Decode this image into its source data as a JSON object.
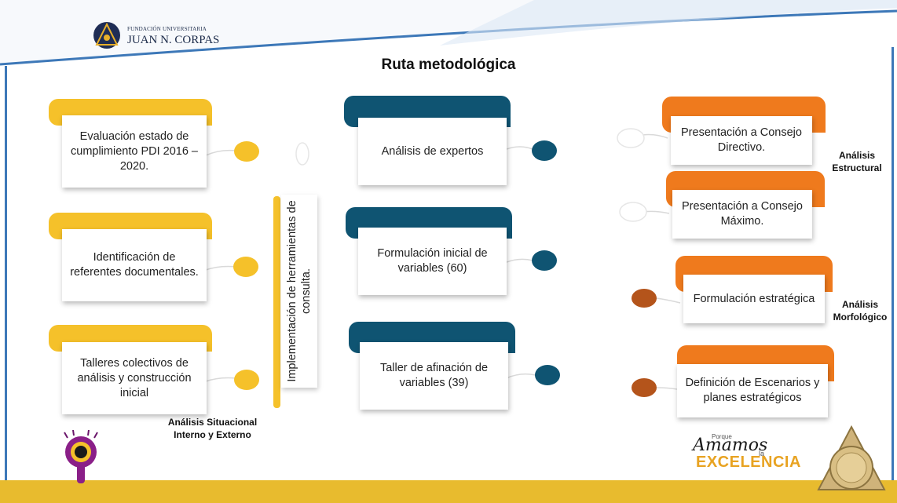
{
  "header": {
    "org_small": "FUNDACIÓN UNIVERSITARIA",
    "org_name": "JUAN N. CORPAS",
    "title": "Ruta metodológica"
  },
  "column1": {
    "cards": [
      {
        "text": "Evaluación estado de cumplimiento PDI 2016 – 2020."
      },
      {
        "text": "Identificación de referentes documentales."
      },
      {
        "text": "Talleres colectivos de análisis y construcción inicial"
      }
    ],
    "label": "Análisis Situacional Interno y Externo"
  },
  "vertical_box": {
    "text": "Implementación de herramientas de consulta."
  },
  "column2": {
    "cards": [
      {
        "text": "Análisis de expertos"
      },
      {
        "text": "Formulación inicial de variables (60)"
      },
      {
        "text": "Taller de afinación de variables (39)"
      }
    ]
  },
  "column3": {
    "cards": [
      {
        "text": "Presentación a Consejo Directivo."
      },
      {
        "text": "Presentación a Consejo Máximo."
      },
      {
        "text": "Formulación estratégica"
      },
      {
        "text": "Definición de Escenarios y planes estratégicos"
      }
    ],
    "label_structural": "Análisis Estructural",
    "label_morphological": "Análisis Morfológico"
  },
  "footer": {
    "porque": "Porque",
    "amamos": "Amamos",
    "la": "la",
    "excelencia": "EXCELENCIA"
  },
  "colors": {
    "yellow": "#f5c12a",
    "blue": "#0f5472",
    "orange": "#ef7a1d",
    "brown": "#b4541b",
    "footer": "#e8bb2e",
    "frame": "#3d78b8"
  }
}
